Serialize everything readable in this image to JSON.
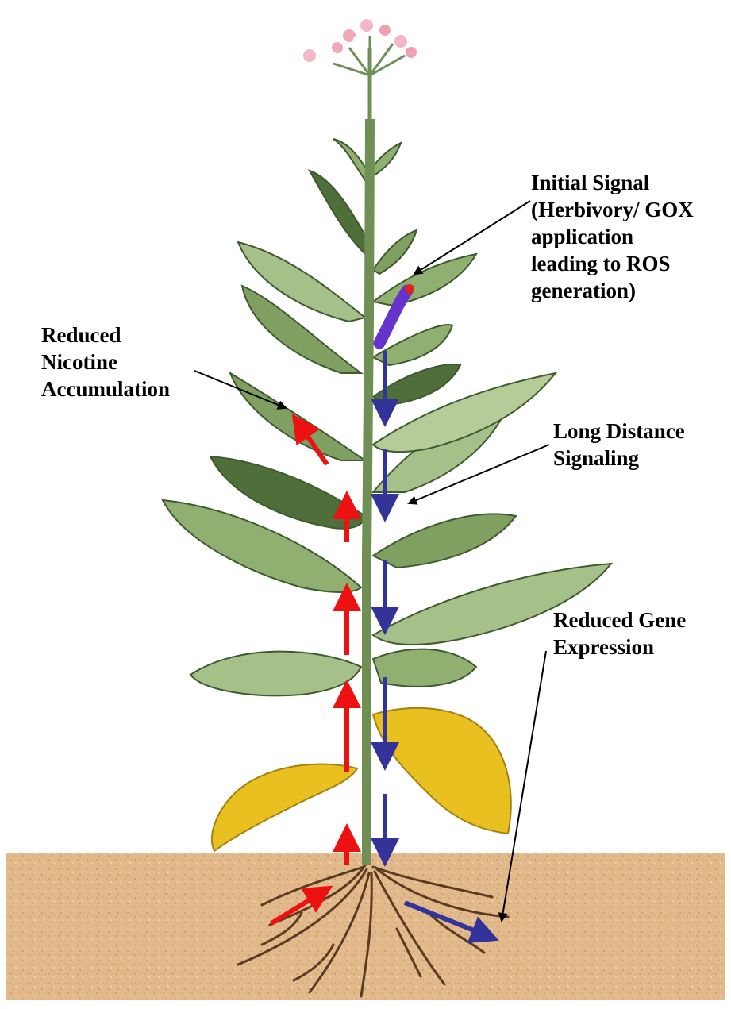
{
  "labels": {
    "initial_signal": [
      "Initial Signal",
      "(Herbivory/ GOX",
      "application",
      "leading to ROS",
      "generation)"
    ],
    "reduced_nicotine": [
      "Reduced",
      "Nicotine",
      "Accumulation"
    ],
    "long_distance": [
      "Long Distance",
      "Signaling"
    ],
    "reduced_gene": [
      "Reduced Gene",
      "Expression"
    ]
  },
  "colors": {
    "upward_arrow": "#ee1111",
    "downward_arrow": "#333399",
    "pointer": "#000000",
    "leaf_green": "#8fb070",
    "leaf_dark": "#3f5a30",
    "yellow_leaf": "#e8c020",
    "soil": "#e2b98a",
    "roots": "#5a3a20",
    "caterpillar": "#6633cc"
  }
}
